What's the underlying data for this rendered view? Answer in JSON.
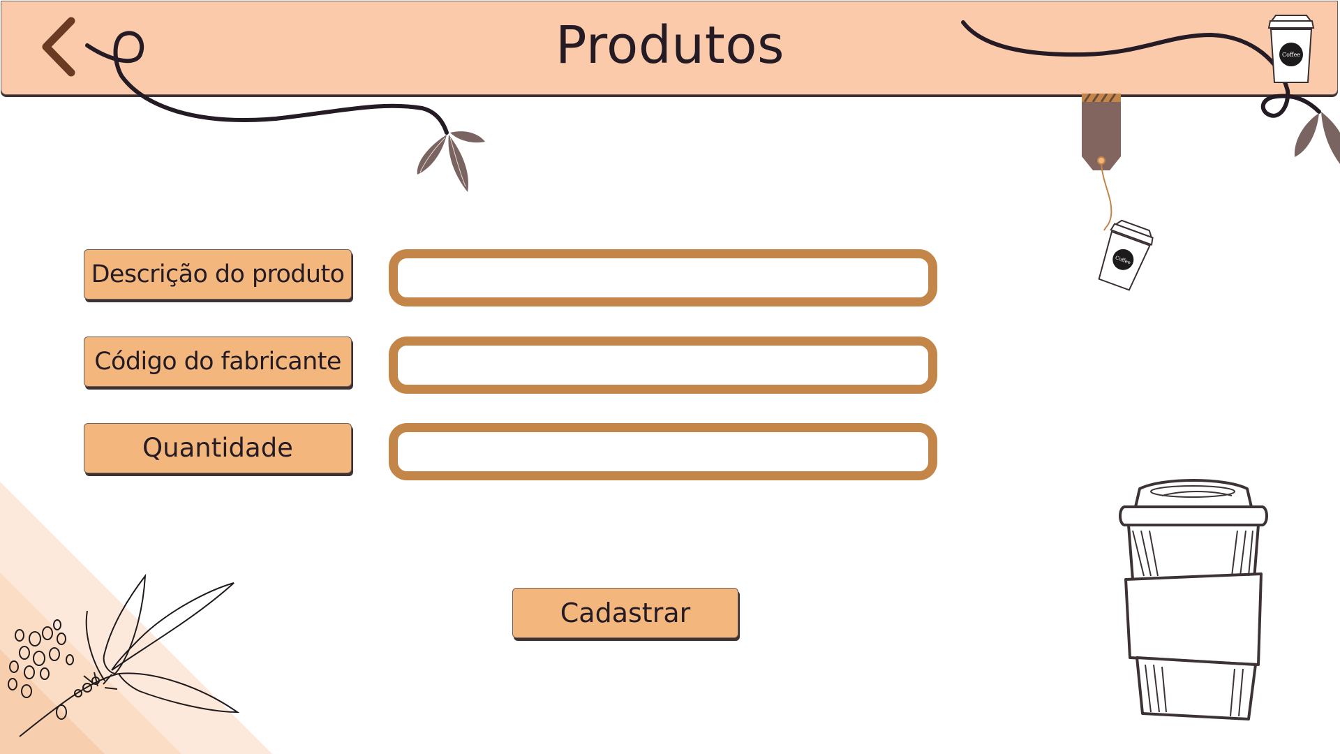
{
  "header": {
    "title": "Produtos",
    "back_icon": "chevron-left-icon"
  },
  "form": {
    "fields": [
      {
        "label": "Descrição do produto",
        "value": "",
        "placeholder": ""
      },
      {
        "label": "Código do fabricante",
        "value": "",
        "placeholder": ""
      },
      {
        "label": "Quantidade",
        "value": "",
        "placeholder": ""
      }
    ],
    "submit_label": "Cadastrar"
  },
  "colors": {
    "header_bg": "#fbcaab",
    "label_bg": "#f3b77d",
    "field_border": "#c38648",
    "text": "#241b25",
    "leaf": "#7a6461",
    "tag": "#83655f"
  }
}
